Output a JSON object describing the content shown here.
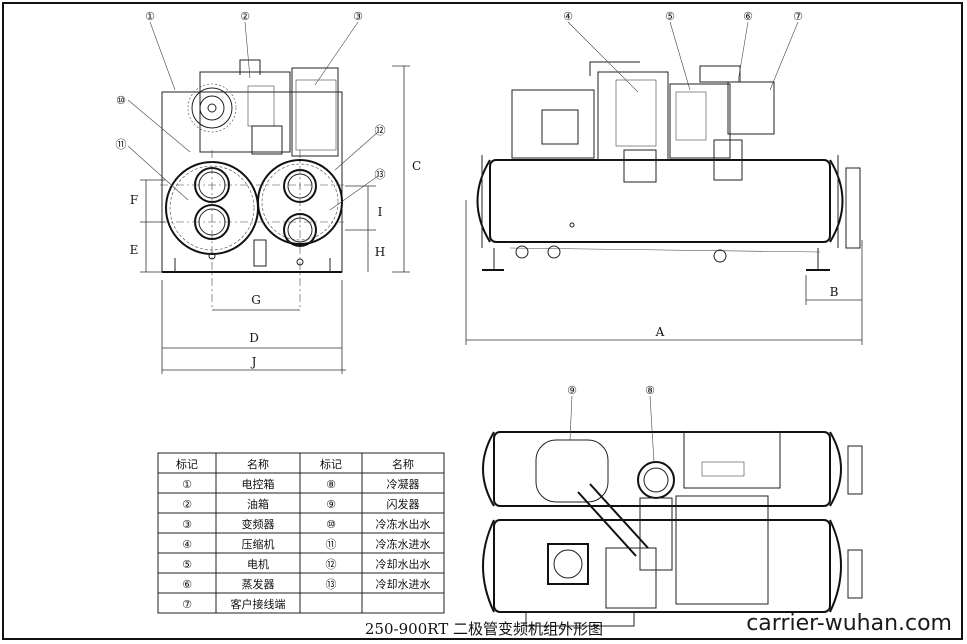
{
  "callouts": {
    "c1": "①",
    "c2": "②",
    "c3": "③",
    "c4": "④",
    "c5": "⑤",
    "c6": "⑥",
    "c7": "⑦",
    "c8": "⑧",
    "c9": "⑨",
    "c10": "⑩",
    "c11": "⑪",
    "c12": "⑫",
    "c13": "⑬"
  },
  "dims": {
    "A": "A",
    "B": "B",
    "C": "C",
    "D": "D",
    "E": "E",
    "F": "F",
    "G": "G",
    "H": "H",
    "I": "I",
    "J": "J"
  },
  "legend": {
    "headers": [
      "标记",
      "名称",
      "标记",
      "名称"
    ],
    "rows": [
      [
        "①",
        "电控箱",
        "⑧",
        "冷凝器"
      ],
      [
        "②",
        "油箱",
        "⑨",
        "闪发器"
      ],
      [
        "③",
        "变频器",
        "⑩",
        "冷冻水出水"
      ],
      [
        "④",
        "压缩机",
        "⑪",
        "冷冻水进水"
      ],
      [
        "⑤",
        "电机",
        "⑫",
        "冷却水出水"
      ],
      [
        "⑥",
        "蒸发器",
        "⑬",
        "冷却水进水"
      ],
      [
        "⑦",
        "客户接线端",
        "",
        ""
      ]
    ]
  },
  "caption": "250-900RT 二极管变频机组外形图",
  "watermark": "carrier-wuhan.com"
}
